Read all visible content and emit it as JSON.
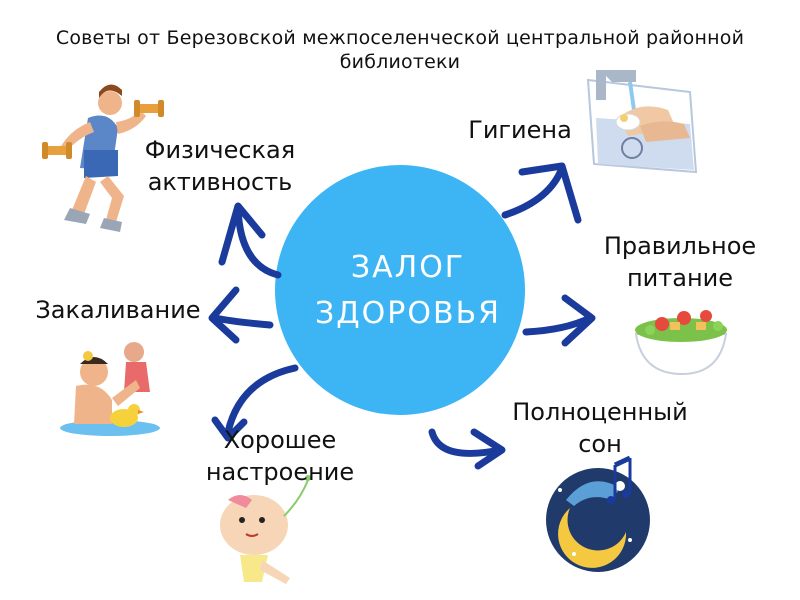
{
  "title": "Советы от Березовской межпоселенческой центральной районной библиотеки",
  "center": {
    "line1": "ЗАЛОГ",
    "line2": "ЗДОРОВЬЯ"
  },
  "items": {
    "activity": {
      "line1": "Физическая",
      "line2": "активность"
    },
    "hygiene": {
      "line1": "Гигиена"
    },
    "nutrition": {
      "line1": "Правильное",
      "line2": "питание"
    },
    "sleep": {
      "line1": "Полноценный",
      "line2": "сон"
    },
    "mood": {
      "line1": "Хорошее",
      "line2": "настроение"
    },
    "hardening": {
      "line1": "Закаливание"
    }
  },
  "colors": {
    "circle": "#3db5f5",
    "arrow": "#1a3a9c"
  }
}
